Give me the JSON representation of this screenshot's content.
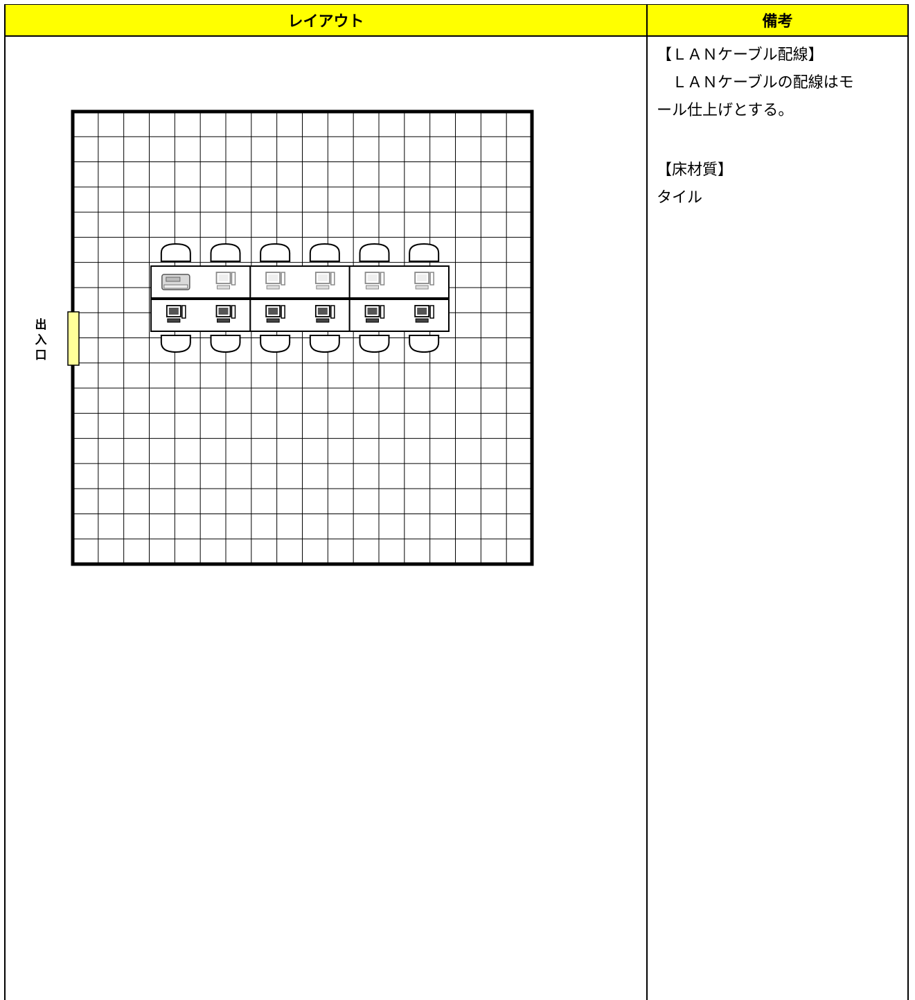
{
  "table": {
    "header_layout": "レイアウト",
    "header_notes": "備考"
  },
  "notes": {
    "lan_heading": "【ＬＡＮケーブル配線】",
    "lan_body_line1": "　ＬＡＮケーブルの配線はモ",
    "lan_body_line2": "ール仕上げとする。",
    "floor_heading": "【床材質】",
    "floor_body": "タイル"
  },
  "floor_plan": {
    "entrance_label_chars": [
      "出",
      "入",
      "口"
    ],
    "grid_columns": 18,
    "grid_rows": 18,
    "desk_rows": 2,
    "desk_units_per_row": 3,
    "seats_per_desk_row": 6,
    "top_row_items": [
      "printer-icon",
      "computer-icon",
      "computer-icon",
      "computer-icon",
      "computer-icon",
      "computer-icon"
    ],
    "bottom_row_items": [
      "computer-icon",
      "computer-icon",
      "computer-icon",
      "computer-icon",
      "computer-icon",
      "computer-icon"
    ]
  },
  "colors": {
    "header_bg": "#ffff00",
    "door_fill": "#ffff99",
    "grid_line": "#000000",
    "border": "#000000"
  }
}
